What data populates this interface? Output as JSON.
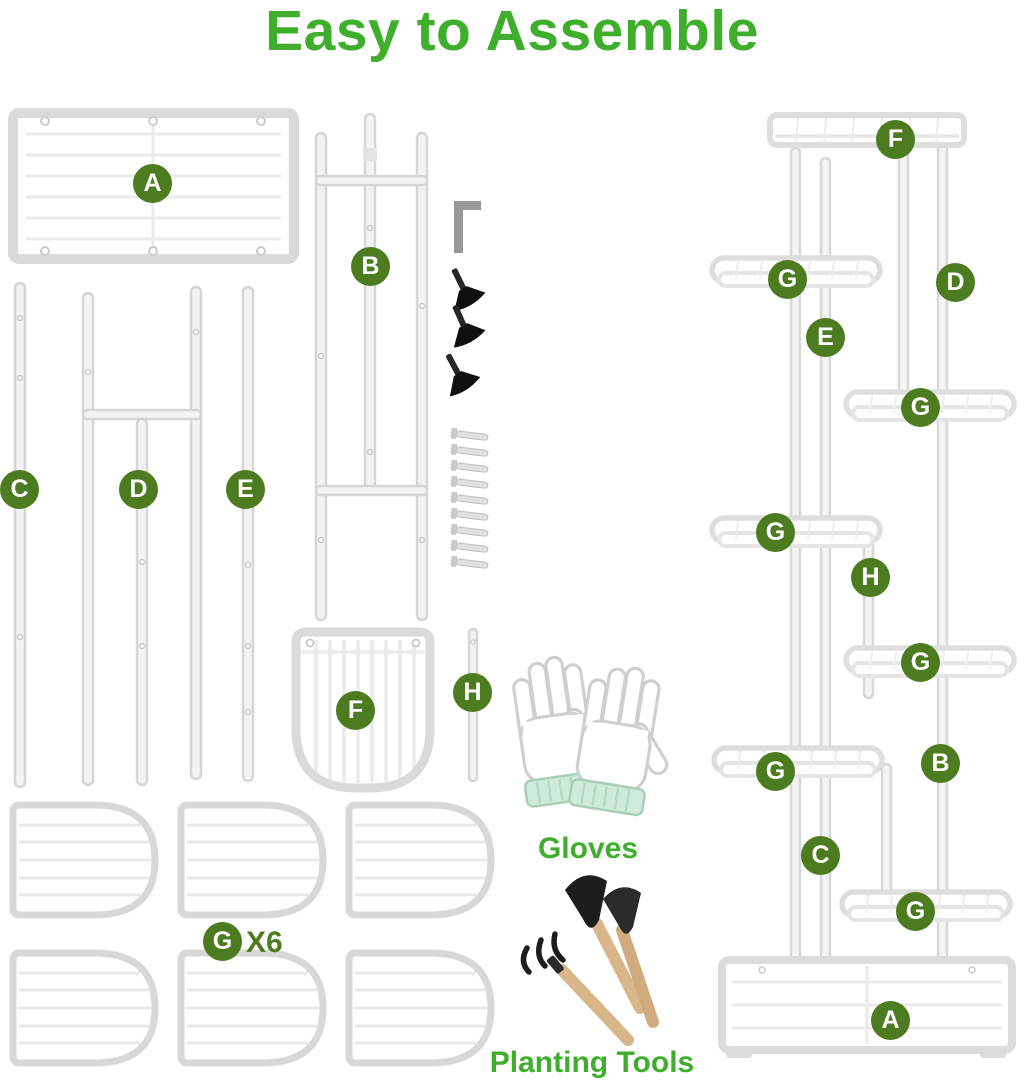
{
  "title": "Easy to Assemble",
  "colors": {
    "title_green": "#3fae2c",
    "label_green": "#4c7c1f",
    "structure_gray": "#dcdcdc",
    "glove_cuff_green": "#cdeada",
    "wood_handle": "#d8b68a"
  },
  "parts": {
    "a": "A",
    "b": "B",
    "c": "C",
    "d": "D",
    "e": "E",
    "f": "F",
    "g": "G",
    "h": "H"
  },
  "captions": {
    "gloves": "Gloves",
    "planting_tools": "Planting Tools",
    "g_multiplier": "X6"
  },
  "assembled_labels": {
    "f": "F",
    "g_tier1": "G",
    "d": "D",
    "e": "E",
    "g_tier2": "G",
    "g_tier3": "G",
    "h": "H",
    "g_tier4": "G",
    "g_tier5": "G",
    "b": "B",
    "c": "C",
    "g_tier6": "G",
    "a": "A"
  }
}
